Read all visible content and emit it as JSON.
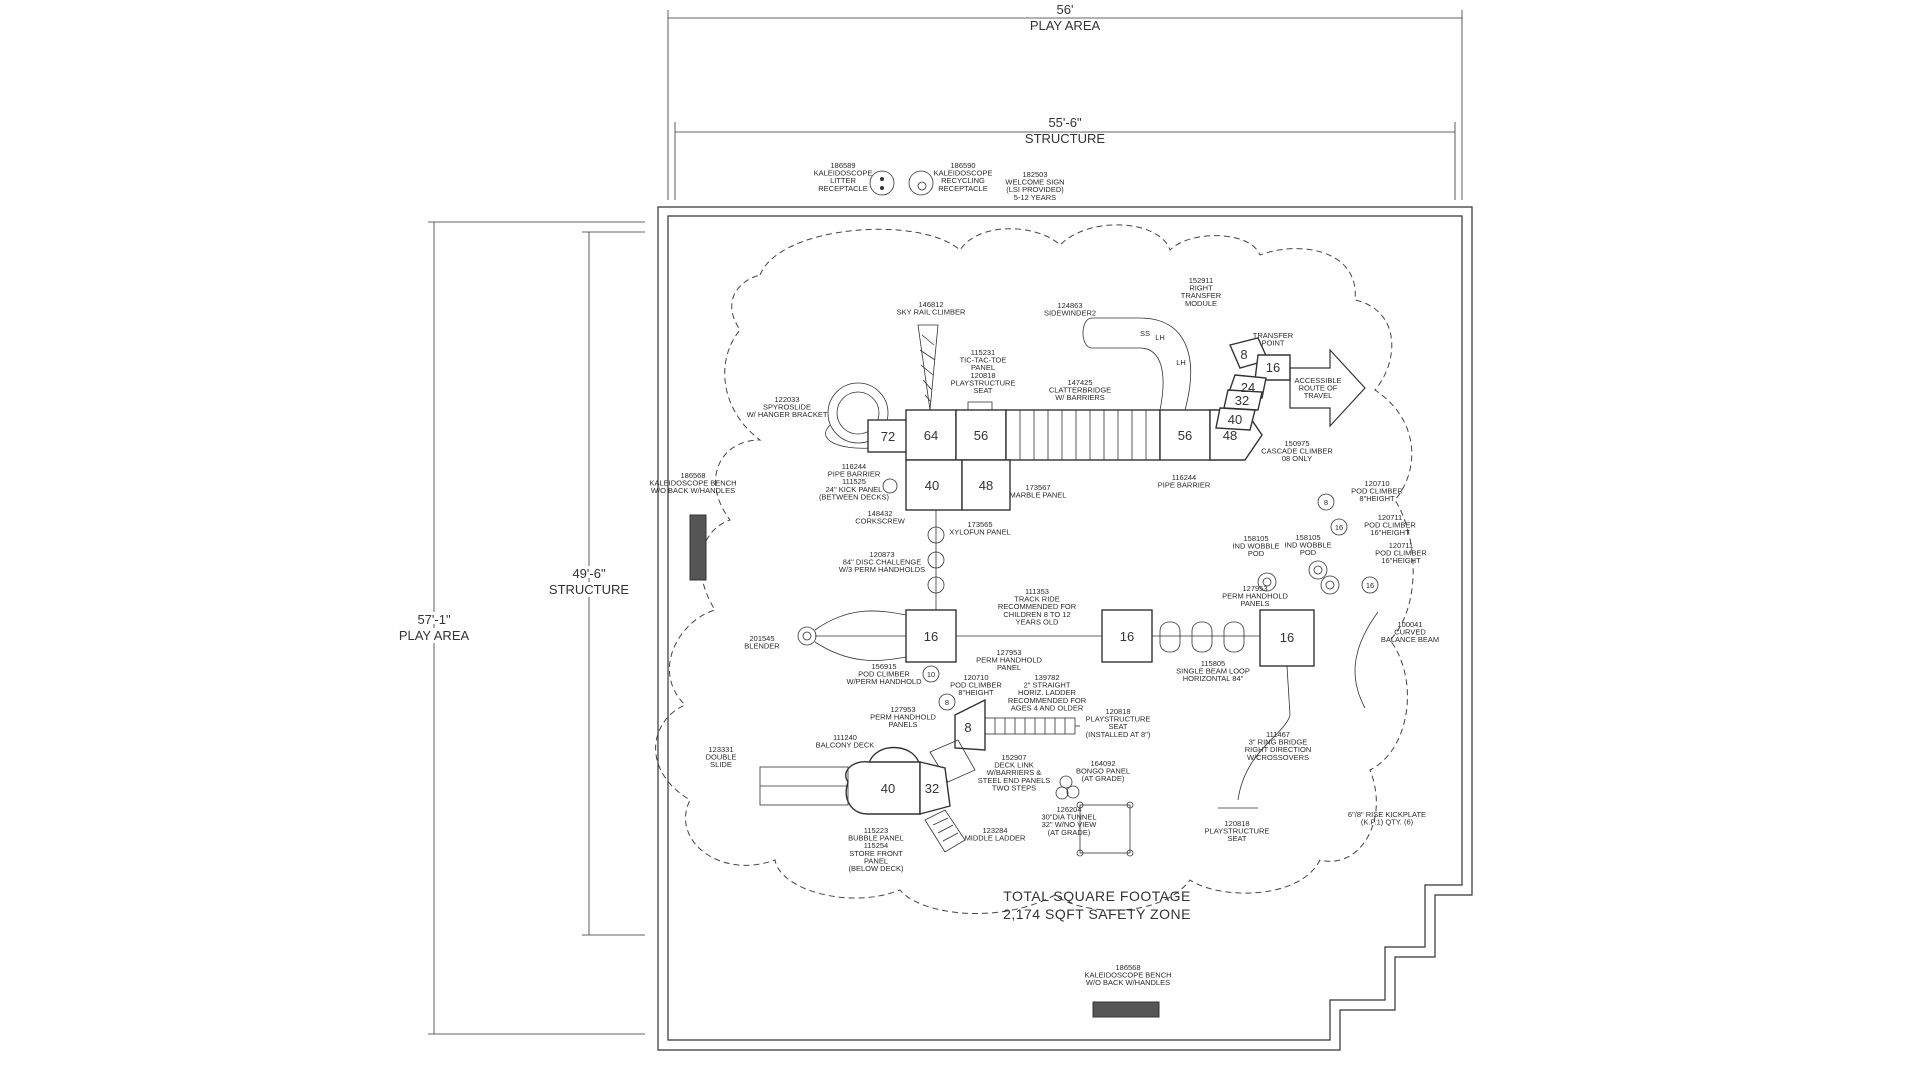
{
  "dimensions": {
    "play_area_width": "56'",
    "play_area_width_label": "PLAY AREA",
    "structure_width": "55'-6\"",
    "structure_width_label": "STRUCTURE",
    "play_area_depth": "57'-1\"",
    "play_area_depth_label": "PLAY AREA",
    "structure_depth": "49'-6\"",
    "structure_depth_label": "STRUCTURE"
  },
  "deck_heights": {
    "d72": "72",
    "d64": "64",
    "d56a": "56",
    "d56b": "56",
    "d48a": "48",
    "d40a": "40",
    "d48b": "48",
    "d16a": "16",
    "d16b": "16",
    "d16c": "16",
    "d8": "8",
    "d40b": "40",
    "d32": "32",
    "t8": "8",
    "t16": "16",
    "t24": "24",
    "t32": "32",
    "t40": "40",
    "pod8a": "8",
    "pod16a": "16",
    "pod16b": "16",
    "pod10": "10",
    "pod8b": "8"
  },
  "labels": {
    "litter": [
      "186589",
      "KALEIDOSCOPE",
      "LITTER",
      "RECEPTACLE"
    ],
    "recycling": [
      "186590",
      "KALEIDOSCOPE",
      "RECYCLING",
      "RECEPTACLE"
    ],
    "welcome": [
      "182503",
      "WELCOME SIGN",
      "(LSI PROVIDED)",
      "5-12 YEARS"
    ],
    "transfer_module": [
      "152911",
      "RIGHT",
      "TRANSFER",
      "MODULE"
    ],
    "sidewinder": [
      "124863",
      "SIDEWINDER2"
    ],
    "sky_rail": [
      "146812",
      "SKY RAIL CLIMBER"
    ],
    "tictactoe": [
      "115231",
      "TIC-TAC-TOE",
      "PANEL",
      "120818",
      "PLAYSTRUCTURE",
      "SEAT"
    ],
    "clatterbridge": [
      "147425",
      "CLATTERBRIDGE",
      "W/ BARRIERS"
    ],
    "transfer_point": [
      "TRANSFER",
      "POINT"
    ],
    "accessible": [
      "ACCESSIBLE",
      "ROUTE OF",
      "TRAVEL"
    ],
    "spyroslide": [
      "122033",
      "SPYROSLIDE",
      "W/ HANGER BRACKET"
    ],
    "cascade": [
      "150975",
      "CASCADE CLIMBER",
      "08 ONLY"
    ],
    "bench1": [
      "186568",
      "KALEIDOSCOPE BENCH",
      "W/O BACK W/HANDLES"
    ],
    "pipe_barrier1": [
      "116244",
      "PIPE BARRIER",
      "111525",
      "24\" KICK PANEL",
      "(BETWEEN DECKS)"
    ],
    "corkscrew": [
      "148432",
      "CORKSCREW"
    ],
    "marble": [
      "173567",
      "MARBLE PANEL"
    ],
    "pipe_barrier2": [
      "116244",
      "PIPE BARRIER"
    ],
    "pod_climber_8": [
      "120710",
      "POD CLIMBER",
      "8\"HEIGHT"
    ],
    "pod_climber_16a": [
      "120711",
      "POD CLIMBER",
      "16\"HEIGHT"
    ],
    "pod_climber_16b": [
      "120711",
      "POD CLIMBER",
      "16\"HEIGHT"
    ],
    "xylofun": [
      "173565",
      "XYLOFUN PANEL"
    ],
    "wobble1": [
      "158105",
      "IND WOBBLE",
      "POD"
    ],
    "wobble2": [
      "158105",
      "IND WOBBLE",
      "POD"
    ],
    "disc": [
      "120873",
      "84\" DISC CHALLENGE",
      "W/3 PERM HANDHOLDS"
    ],
    "perm_handhold1": [
      "127953",
      "PERM HANDHOLD",
      "PANELS"
    ],
    "track_ride": [
      "111353",
      "TRACK RIDE",
      "RECOMMENDED FOR",
      "CHILDREN 8 TO 12",
      "YEARS OLD"
    ],
    "curved_beam": [
      "100041",
      "CURVED",
      "BALANCE BEAM"
    ],
    "blender": [
      "201545",
      "BLENDER"
    ],
    "perm_handhold2": [
      "127953",
      "PERM HANDHOLD",
      "PANEL"
    ],
    "pod_climber_perm": [
      "156915",
      "POD CLIMBER",
      "W/PERM HANDHOLD"
    ],
    "beam_loop": [
      "115805",
      "SINGLE BEAM LOOP",
      "HORIZONTAL 84\""
    ],
    "pod_climber_8b": [
      "120710",
      "POD CLIMBER",
      "8\"HEIGHT"
    ],
    "straight_ladder": [
      "139782",
      "2\" STRAIGHT",
      "HORIZ. LADDER",
      "RECOMMENDED FOR",
      "AGES 4 AND OLDER"
    ],
    "perm_handhold3": [
      "127953",
      "PERM HANDHOLD",
      "PANELS"
    ],
    "seat_installed": [
      "120818",
      "PLAYSTRUCTURE",
      "SEAT",
      "(INSTALLED AT 8\")"
    ],
    "balcony": [
      "111240",
      "BALCONY DECK"
    ],
    "ring_bridge": [
      "111467",
      "3\" RING BRIDGE",
      "RIGHT DIRECTION",
      "W/CROSSOVERS"
    ],
    "double_slide": [
      "123331",
      "DOUBLE",
      "SLIDE"
    ],
    "deck_link": [
      "152907",
      "DECK LINK",
      "W/BARRIERS &",
      "STEEL END PANELS",
      "TWO STEPS"
    ],
    "bongo": [
      "164092",
      "BONGO PANEL",
      "(AT GRADE)"
    ],
    "tunnel": [
      "126204",
      "30\"DIA TUNNEL",
      "32\" W/NO VIEW",
      "(AT GRADE)"
    ],
    "kickplate": [
      "6\"/8\" RISE KICKPLATE",
      "(K.P.1) QTY. (6)"
    ],
    "middle_ladder": [
      "123284",
      "MIDDLE LADDER"
    ],
    "bubble": [
      "115223",
      "BUBBLE PANEL",
      "115254",
      "STORE FRONT",
      "PANEL",
      "(BELOW DECK)"
    ],
    "seat_grade": [
      "120818",
      "PLAYSTRUCTURE",
      "SEAT"
    ],
    "bench2": [
      "186568",
      "KALEIDOSCOPE BENCH",
      "W/O BACK W/HANDLES"
    ],
    "slide_marks": [
      "SS",
      "LH",
      "LH"
    ]
  },
  "footage": {
    "line1": "TOTAL SQUARE FOOTAGE",
    "line2": "2,174 SQFT SAFETY ZONE"
  }
}
